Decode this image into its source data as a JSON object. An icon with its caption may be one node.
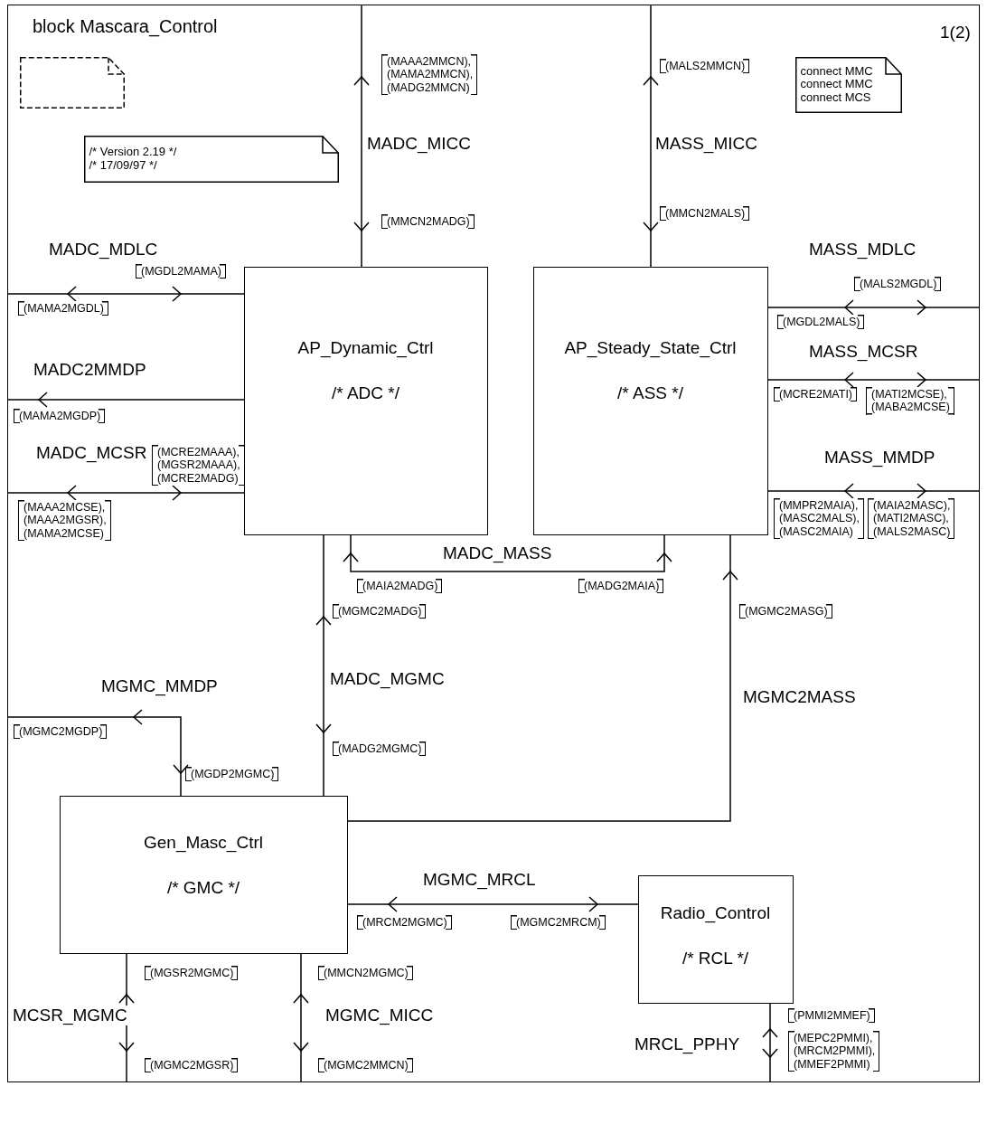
{
  "diagram": {
    "nodes": [
      {
        "text": [
          "block Mascara_Control"
        ]
      },
      {
        "text": [],
        "shape": "note",
        "in": 0
      },
      {
        "text": [
          "connect MMC connect MMC connect MCS"
        ],
        "in": 0
      },
      {
        "text": [
          "/* Version 2.19 */",
          "/* 17/09/97 */"
        ],
        "in": 0
      },
      {
        "text": [
          "AP_Dynamic_Ctrl",
          "/* ADC */"
        ],
        "in": 0
      },
      {
        "text": [
          "AP_Steady_State_Ctrl",
          "/* ASS */"
        ],
        "in": 0
      },
      {
        "text": [
          "Gen_Masc_Ctrl",
          "/* GMC */"
        ],
        "in": 0
      },
      {
        "text": [
          "Radio_Control",
          "/* RCL */"
        ],
        "in": 0
      }
    ],
    "edges": [
      {
        "from": 4,
        "to": 0,
        "arrow": "both",
        "label": "MADC_MICC"
      },
      {
        "from": 5,
        "to": 0,
        "arrow": "both",
        "label": "MASS_MICC"
      },
      {
        "from": 4,
        "to": 0,
        "arrow": "both",
        "label": "MADC_MDLC"
      },
      {
        "from": 4,
        "to": 0,
        "arrow": "to",
        "label": "MADC2MMDP"
      },
      {
        "from": 4,
        "to": 0,
        "arrow": "both",
        "label": "MADC_MCSR"
      },
      {
        "from": 5,
        "to": 0,
        "arrow": "both",
        "label": "MASS_MDLC"
      },
      {
        "from": 5,
        "to": 0,
        "arrow": "both",
        "label": "MASS_MCSR"
      },
      {
        "from": 5,
        "to": 0,
        "arrow": "both",
        "label": "MASS_MMDP"
      },
      {
        "from": 4,
        "to": 5,
        "arrow": "both",
        "label": "MADC_MASS"
      },
      {
        "from": 4,
        "to": 6,
        "arrow": "both",
        "label": "MADC_MGMC"
      },
      {
        "from": 6,
        "to": 0,
        "arrow": "both",
        "label": "MGMC_MMDP"
      },
      {
        "from": 6,
        "to": 5,
        "arrow": "to",
        "label": "MGMC2MASS"
      },
      {
        "from": 6,
        "to": 7,
        "arrow": "both",
        "label": "MGMC_MRCL"
      },
      {
        "from": 6,
        "to": 0,
        "arrow": "both",
        "label": "MCSR_MGMC"
      },
      {
        "from": 6,
        "to": 0,
        "arrow": "both",
        "label": "MGMC_MICC"
      },
      {
        "from": 7,
        "to": 0,
        "arrow": "both",
        "label": "MRCL_PPHY"
      }
    ],
    "labels": [
      "1(2)",
      "(MAAA2MMCN), (MAMA2MMCN), (MADG2MMCN)",
      "(MALS2MMCN)",
      "(MMCN2MADG)",
      "(MMCN2MALS)",
      "(MGDL2MAMA)",
      "(MAMA2MGDL)",
      "(MALS2MGDL)",
      "(MGDL2MALS)",
      "(MAMA2MGDP)",
      "(MCRE2MATI)",
      "(MATI2MCSE), (MABA2MCSE)",
      "(MCRE2MAAA), (MGSR2MAAA), (MCRE2MADG)",
      "(MAAA2MCSE), (MAAA2MGSR), (MAMA2MCSE)",
      "(MMPR2MAIA), (MASC2MALS), (MASC2MAIA)",
      "(MAIA2MASC), (MATI2MASC), (MALS2MASC)",
      "(MAIA2MADG)",
      "(MADG2MAIA)",
      "(MGMC2MADG)",
      "(MGMC2MASG)",
      "(MGMC2MGDP)",
      "(MADG2MGMC)",
      "(MGDP2MGMC)",
      "(MRCM2MGMC)",
      "(MGMC2MRCM)",
      "(MGSR2MGMC)",
      "(MMCN2MGMC)",
      "(PMMI2MMEF)",
      "(MGMC2MGSR)",
      "(MGMC2MMCN)",
      "(MEPC2PMMI), (MRCM2PMMI), (MMEF2PMMI)"
    ]
  }
}
